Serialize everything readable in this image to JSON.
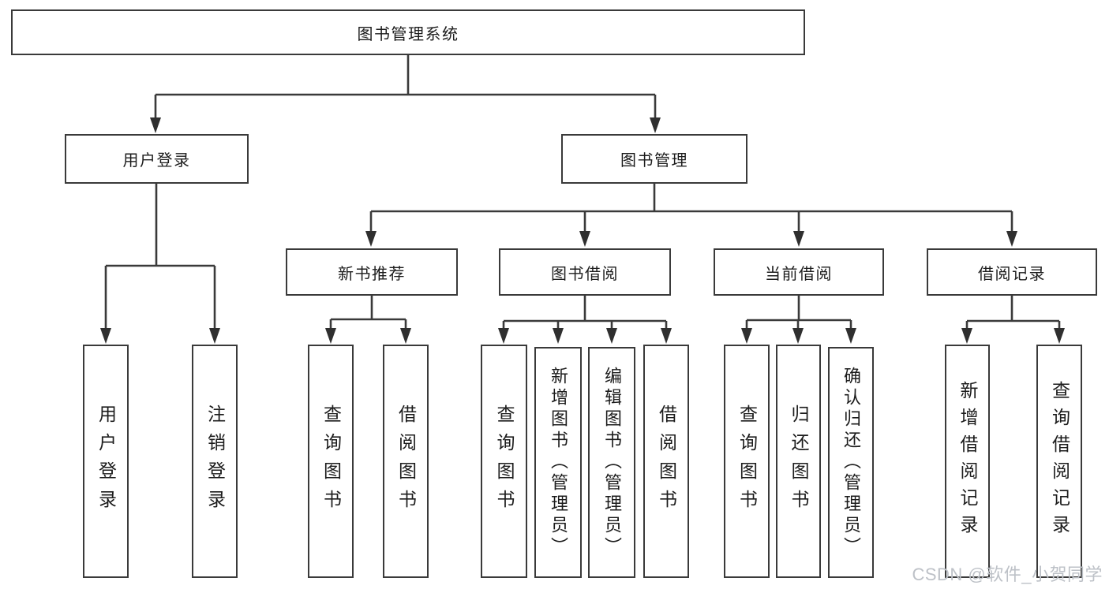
{
  "diagram_title": "图书管理系统",
  "watermark": {
    "text": "CSDN @软件_小贺同学"
  },
  "colors": {
    "background": "#ffffff",
    "line": "#3a3a3a",
    "box_border": "#3a3a3a",
    "text": "#1c1c1c",
    "watermark": "#bdc1c7"
  },
  "tree": {
    "label": "图书管理系统",
    "children": [
      {
        "label": "用户登录",
        "children": [
          {
            "label": "用户登录"
          },
          {
            "label": "注销登录"
          }
        ]
      },
      {
        "label": "图书管理",
        "children": [
          {
            "label": "新书推荐",
            "children": [
              {
                "label": "查询图书"
              },
              {
                "label": "借阅图书"
              }
            ]
          },
          {
            "label": "图书借阅",
            "children": [
              {
                "label": "查询图书"
              },
              {
                "label": "新增图书（管理员）"
              },
              {
                "label": "编辑图书（管理员）"
              },
              {
                "label": "借阅图书"
              }
            ]
          },
          {
            "label": "当前借阅",
            "children": [
              {
                "label": "查询图书"
              },
              {
                "label": "归还图书"
              },
              {
                "label": "确认归还（管理员）"
              }
            ]
          },
          {
            "label": "借阅记录",
            "children": [
              {
                "label": "新增借阅记录"
              },
              {
                "label": "查询借阅记录"
              }
            ]
          }
        ]
      }
    ]
  }
}
